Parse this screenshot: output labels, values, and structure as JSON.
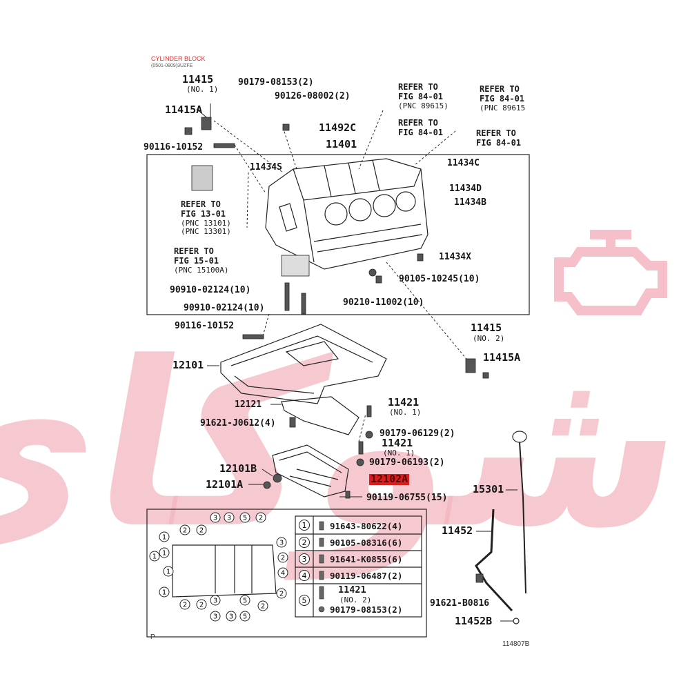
{
  "header": {
    "title": "CYLINDER BLOCK",
    "subtitle": "(0501-0809)3UZFE"
  },
  "watermark": {
    "text": "شوکای",
    "color": "#f3b5bf"
  },
  "parts": [
    {
      "id": "p-11415-top",
      "text": "11415"
    },
    {
      "id": "p-11415-top-sub",
      "text": "(NO. 1)"
    },
    {
      "id": "p-11415A-top",
      "text": "11415A"
    },
    {
      "id": "p-90116-10152-top",
      "text": "90116-10152"
    },
    {
      "id": "p-90179-08153-2",
      "text": "90179-08153(2)"
    },
    {
      "id": "p-90126-08002-2",
      "text": "90126-08002(2)"
    },
    {
      "id": "p-11492C",
      "text": "11492C"
    },
    {
      "id": "p-11401",
      "text": "11401"
    },
    {
      "id": "p-11434S",
      "text": "11434S"
    },
    {
      "id": "p-11434C",
      "text": "11434C"
    },
    {
      "id": "p-11434D",
      "text": "11434D"
    },
    {
      "id": "p-11434B",
      "text": "11434B"
    },
    {
      "id": "p-11434X",
      "text": "11434X"
    },
    {
      "id": "p-90105-10245-10",
      "text": "90105-10245(10)"
    },
    {
      "id": "p-90210-11002-10",
      "text": "90210-11002(10)"
    },
    {
      "id": "p-90910-02124-a",
      "text": "90910-02124(10)"
    },
    {
      "id": "p-90910-02124-b",
      "text": "90910-02124(10)"
    },
    {
      "id": "p-90116-10152-mid",
      "text": "90116-10152"
    },
    {
      "id": "p-11415-mid",
      "text": "11415"
    },
    {
      "id": "p-11415-mid-sub",
      "text": "(NO. 2)"
    },
    {
      "id": "p-11415A-mid",
      "text": "11415A"
    },
    {
      "id": "p-12101",
      "text": "12101"
    },
    {
      "id": "p-12121",
      "text": "12121"
    },
    {
      "id": "p-11421-a",
      "text": "11421"
    },
    {
      "id": "p-11421-a-sub",
      "text": "(NO. 1)"
    },
    {
      "id": "p-91621-J0612-4",
      "text": "91621-J0612(4)"
    },
    {
      "id": "p-90179-06129-2",
      "text": "90179-06129(2)"
    },
    {
      "id": "p-11421-b",
      "text": "11421"
    },
    {
      "id": "p-11421-b-sub",
      "text": "(NO. 1)"
    },
    {
      "id": "p-90179-06193-2",
      "text": "90179-06193(2)"
    },
    {
      "id": "p-12101B",
      "text": "12101B"
    },
    {
      "id": "p-12102A",
      "text": "12102A"
    },
    {
      "id": "p-12101A",
      "text": "12101A"
    },
    {
      "id": "p-90119-06755-15",
      "text": "90119-06755(15)"
    },
    {
      "id": "p-15301",
      "text": "15301"
    },
    {
      "id": "p-11452",
      "text": "11452"
    },
    {
      "id": "p-91621-B0816",
      "text": "91621-B0816"
    },
    {
      "id": "p-11452B",
      "text": "11452B"
    }
  ],
  "refers": [
    {
      "id": "ref-fig84-a",
      "lines": [
        "REFER TO",
        "FIG 84-01",
        "(PNC 89615)"
      ]
    },
    {
      "id": "ref-fig84-b",
      "lines": [
        "REFER TO",
        "FIG 84-01",
        "(PNC 89615"
      ]
    },
    {
      "id": "ref-fig84-c",
      "lines": [
        "REFER TO",
        "FIG 84-01"
      ]
    },
    {
      "id": "ref-fig84-d",
      "lines": [
        "REFER TO",
        "FIG 84-01"
      ]
    },
    {
      "id": "ref-fig13",
      "lines": [
        "REFER TO",
        "FIG 13-01",
        "(PNC 13101)",
        "(PNC 13301)"
      ]
    },
    {
      "id": "ref-fig15",
      "lines": [
        "REFER TO",
        "FIG 15-01",
        "(PNC 15100A)"
      ]
    }
  ],
  "bolt_table": [
    {
      "num": "1",
      "text": "91643-80622(4)"
    },
    {
      "num": "2",
      "text": "90105-08316(6)"
    },
    {
      "num": "3",
      "text": "91641-K0855(6)"
    },
    {
      "num": "4",
      "text": "90119-06487(2)"
    },
    {
      "num": "5",
      "text": "11421",
      "sub": "(NO. 2)",
      "text2": "90179-08153(2)"
    }
  ],
  "circle_labels": [
    "1",
    "2",
    "3",
    "4",
    "5"
  ],
  "corner_left": "P",
  "corner_right": "114807B"
}
